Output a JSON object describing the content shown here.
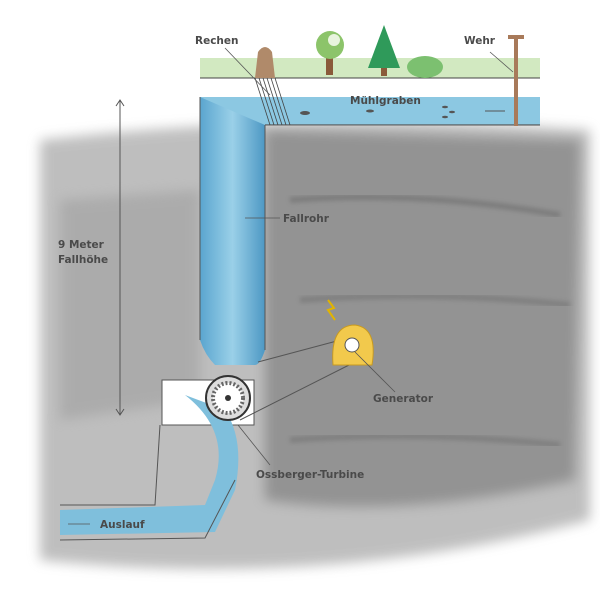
{
  "labels": {
    "rake": "Rechen",
    "weir": "Wehr",
    "mill_race": "Mühlgraben",
    "penstock": "Fallrohr",
    "head_line1": "9 Meter",
    "head_line2": "Fallhöhe",
    "generator": "Generator",
    "turbine": "Ossberger-Turbine",
    "outlet": "Auslauf"
  },
  "colors": {
    "water": "#7fbfdc",
    "water_dark": "#4f9cc6",
    "ground": "#6e6e6e",
    "grass": "#b9dca0",
    "generator": "#f2c94c",
    "text": "#4a4a4a"
  }
}
